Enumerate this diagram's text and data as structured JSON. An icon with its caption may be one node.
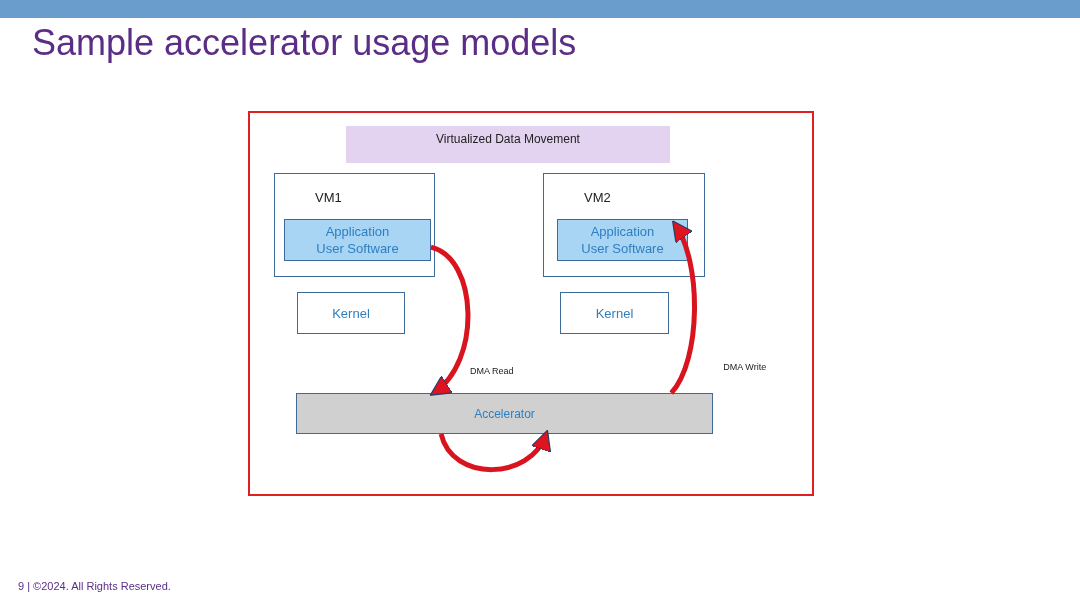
{
  "diagram": {
    "title": "Sample accelerator usage models",
    "nodes": [
      {
        "text": [],
        "shape": "box"
      },
      {
        "text": [
          "Virtualized Data Movement"
        ],
        "in": 0
      },
      {
        "text": [
          "VM1"
        ],
        "in": 0
      },
      {
        "text": [
          "Application User Software"
        ],
        "in": 2
      },
      {
        "text": [
          "Kernel"
        ],
        "in": 0
      },
      {
        "text": [
          "VM2"
        ],
        "in": 0
      },
      {
        "text": [
          "Application User Software"
        ],
        "in": 5
      },
      {
        "text": [
          "Kernel"
        ],
        "in": 0
      },
      {
        "text": [
          "Accelerator"
        ],
        "in": 0
      }
    ],
    "edges": [
      {
        "from": 3,
        "to": 8,
        "arrow": "to",
        "label": "DMA Read"
      },
      {
        "from": 8,
        "to": 6,
        "arrow": "to",
        "label": "DMA Write"
      },
      {
        "from": 8,
        "to": 8,
        "arrow": "to"
      }
    ],
    "labels": [
      "9 | ©2024. All Rights Reserved."
    ]
  }
}
